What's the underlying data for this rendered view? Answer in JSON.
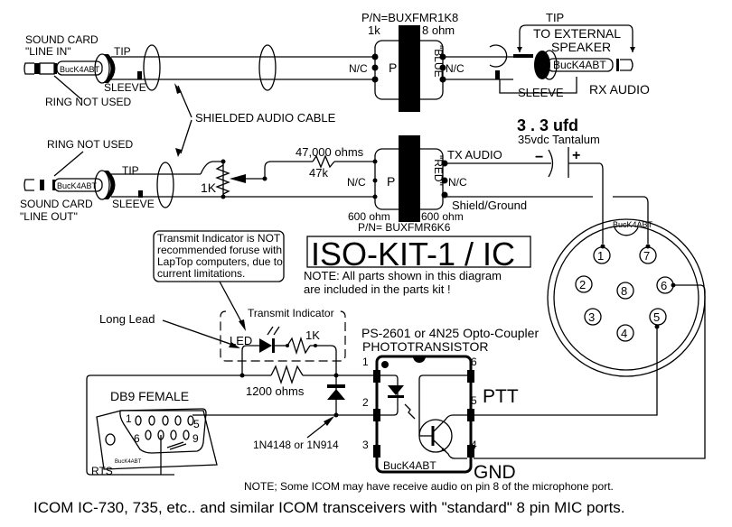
{
  "title": "ISO-KIT-1 / IC",
  "kit_note": [
    "NOTE: All parts shown in this diagram",
    "are included in the parts kit !"
  ],
  "footer_note": "NOTE; Some ICOM may have receive audio on pin 8 of the microphone port.",
  "footer_title": "ICOM IC-730, 735, etc.. and similar ICOM transceivers with \"standard\" 8 pin MIC ports.",
  "maker_tag": "BucK4ABT",
  "cable_label": "SHIELDED AUDIO CABLE",
  "line_in_jack": {
    "label": [
      "SOUND CARD",
      "\"LINE IN\""
    ],
    "tip": "TIP",
    "sleeve": "SLEEVE",
    "ring": "RING NOT USED"
  },
  "line_out_jack": {
    "label": [
      "SOUND CARD",
      "\"LINE OUT\""
    ],
    "tip": "TIP",
    "sleeve": "SLEEVE",
    "ring": "RING NOT USED"
  },
  "blue_transformer": {
    "part_number": "P/N=BUXFMR1K8",
    "primary_impedance": "1k",
    "secondary_impedance": "8 ohm",
    "primary_label": "P",
    "name": "\"BLUE\"",
    "nc_left": "N/C",
    "nc_right": "N/C"
  },
  "red_transformer": {
    "part_number": "P/N= BUXFMR6K6",
    "primary_impedance": "600 ohm",
    "secondary_impedance": "600 ohm",
    "primary_label": "P",
    "name": "\"RED\"",
    "nc_left": "N/C",
    "nc_right": "N/C",
    "out_top": "TX AUDIO",
    "out_bottom": "Shield/Ground"
  },
  "speaker_jack": {
    "tip": "TIP",
    "label": [
      "TO EXTERNAL",
      "SPEAKER"
    ],
    "sleeve": "SLEEVE",
    "signal": "RX AUDIO"
  },
  "potentiometer": "1K",
  "series_resistor": {
    "value": "47,000 ohms",
    "short": "47k"
  },
  "capacitor": {
    "value": "3 . 3 ufd",
    "rating": "35vdc Tantalum",
    "minus": "−",
    "plus": "+"
  },
  "mic_connector": {
    "pins": [
      "1",
      "2",
      "3",
      "4",
      "5",
      "6",
      "7",
      "8"
    ]
  },
  "transmit_indicator": {
    "warning": [
      "Transmit Indicator is NOT",
      "recommended foruse with",
      "LapTop computers, due to",
      "current limitations."
    ],
    "box_title": "Transmit Indicator",
    "led": "LED",
    "resistor": "1K",
    "long_lead": "Long Lead"
  },
  "resistor_1200": "1200 ohms",
  "diode": "1N4148 or 1N914",
  "db9": {
    "label": "DB9 FEMALE",
    "pin1": "1",
    "pin5": "5",
    "pin6": "6",
    "pin9": "9",
    "rts": "RTS"
  },
  "optocoupler": {
    "label": "PS-2601 or 4N25 Opto-Coupler",
    "type": "PHOTOTRANSISTOR",
    "pins": [
      "1",
      "2",
      "3",
      "4",
      "5",
      "6"
    ],
    "ptt": "PTT",
    "gnd": "GND"
  }
}
